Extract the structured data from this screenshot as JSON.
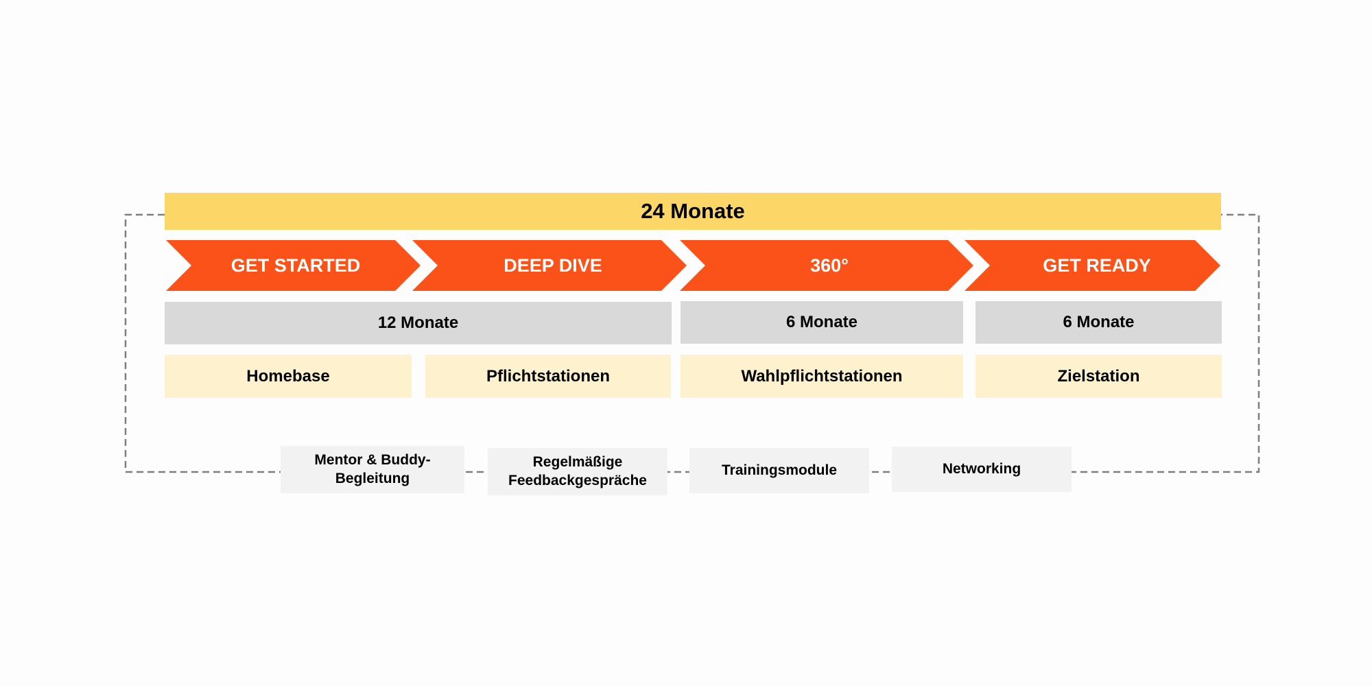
{
  "total": {
    "label": "24 Monate",
    "color": "#fcd667"
  },
  "phases": [
    {
      "label": "GET STARTED"
    },
    {
      "label": "DEEP DIVE"
    },
    {
      "label": "360°"
    },
    {
      "label": "GET READY"
    }
  ],
  "phase_color": "#fa5218",
  "durations": [
    {
      "label": "12 Monate"
    },
    {
      "label": "6 Monate"
    },
    {
      "label": "6 Monate"
    }
  ],
  "duration_color": "#d9d9d9",
  "stations": [
    {
      "label": "Homebase"
    },
    {
      "label": "Pflichtstationen"
    },
    {
      "label": "Wahlpflichtstationen"
    },
    {
      "label": "Zielstation"
    }
  ],
  "station_color": "#fef1cd",
  "support": [
    {
      "label": "Mentor & Buddy-\nBegleitung"
    },
    {
      "label": "Regelmäßige\nFeedbackgespräche"
    },
    {
      "label": "Trainingsmodule"
    },
    {
      "label": "Networking"
    }
  ],
  "support_color": "#f2f2f2",
  "frame_color": "#7f7f7f"
}
